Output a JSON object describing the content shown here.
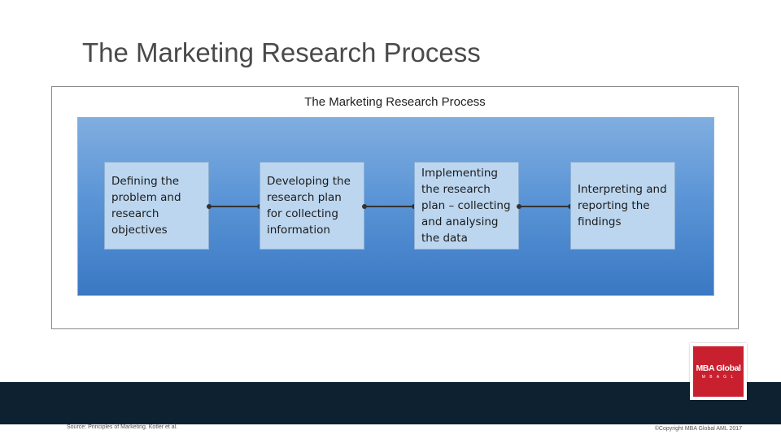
{
  "slide": {
    "title": "The Marketing Research Process"
  },
  "diagram": {
    "title": "The Marketing Research Process",
    "steps": [
      {
        "lines": [
          "Defining the",
          "problem and",
          "research",
          "objectives"
        ]
      },
      {
        "lines": [
          "Developing the",
          "research plan",
          "for collecting",
          "information"
        ]
      },
      {
        "lines": [
          "Implementing",
          "the research",
          "plan – collecting",
          "and analysing",
          "the data"
        ]
      },
      {
        "lines": [
          "Interpreting and",
          "reporting the",
          "findings"
        ]
      }
    ]
  },
  "logo": {
    "text": "MBA Global",
    "subtext": "M B A  G L"
  },
  "footer": {
    "source": "Source: Principles of Marketing. Kotler et al.",
    "copyright": "©Copyright MBA Global AML 2017"
  },
  "colors": {
    "panel_top": "#80aee0",
    "panel_bottom": "#3a78c4",
    "step_fill": "#bcd6ef",
    "footer_bar": "#0d2130",
    "logo_red": "#c8202f"
  }
}
